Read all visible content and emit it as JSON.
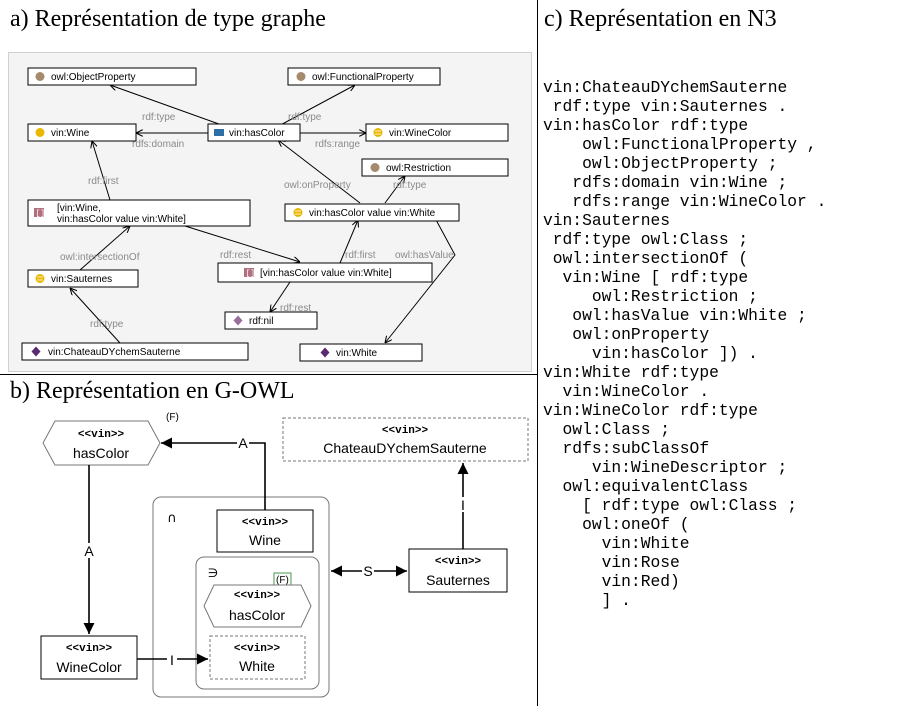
{
  "titles": {
    "a": "a)  Représentation de type graphe",
    "b": "b) Représentation en G-OWL",
    "c": "c) Représentation en N3"
  },
  "graph": {
    "nodes": {
      "objectProperty": "owl:ObjectProperty",
      "functionalProperty": "owl:FunctionalProperty",
      "wine": "vin:Wine",
      "hasColor": "vin:hasColor",
      "wineColor": "vin:WineColor",
      "restriction": "owl:Restriction",
      "listWine": [
        "[vin:Wine,",
        "vin:hasColor value vin:White]"
      ],
      "hasColorValue": "vin:hasColor value vin:White",
      "listRestr": "[vin:hasColor value vin:White]",
      "sauternes": "vin:Sauternes",
      "nil": "rdf:nil",
      "chateau": "vin:ChateauDYchemSauterne",
      "white": "vin:White"
    },
    "edges": {
      "type1": "rdf:type",
      "type2": "rdf:type",
      "domain": "rdfs:domain",
      "range": "rdfs:range",
      "first1": "rdf:first",
      "onProperty": "owl:onProperty",
      "type3": "rdf:type",
      "intersectionOf": "owl:intersectionOf",
      "rest1": "rdf:rest",
      "first2": "rdf:first",
      "hasValue": "owl:hasValue",
      "rest2": "rdf:rest",
      "type4": "rdf:type"
    }
  },
  "gowl": {
    "stereotype": "<<vin>>",
    "hasColor": "hasColor",
    "functional": "(F)",
    "chateau": "ChateauDYchemSauterne",
    "wine": "Wine",
    "sauternes": "Sauternes",
    "wineColor": "WineColor",
    "white": "White",
    "innerHasColor": "hasColor",
    "innerF": "(F)",
    "intersectionSym": "∩",
    "existsSym": "∋",
    "labelA1": "A",
    "labelA2": "A",
    "labelS": "S",
    "labelI1": "I",
    "labelI2": "I"
  },
  "n3": "vin:ChateauDYchemSauterne\n rdf:type vin:Sauternes .\nvin:hasColor rdf:type\n    owl:FunctionalProperty ,\n    owl:ObjectProperty ;\n   rdfs:domain vin:Wine ;\n   rdfs:range vin:WineColor .\nvin:Sauternes\n rdf:type owl:Class ;\n owl:intersectionOf (\n  vin:Wine [ rdf:type\n     owl:Restriction ;\n   owl:hasValue vin:White ;\n   owl:onProperty\n     vin:hasColor ]) .\nvin:White rdf:type\n  vin:WineColor .\nvin:WineColor rdf:type\n  owl:Class ;\n  rdfs:subClassOf\n     vin:WineDescriptor ;\n  owl:equivalentClass\n    [ rdf:type owl:Class ;\n    owl:oneOf (\n      vin:White\n      vin:Rose\n      vin:Red)\n      ] ."
}
